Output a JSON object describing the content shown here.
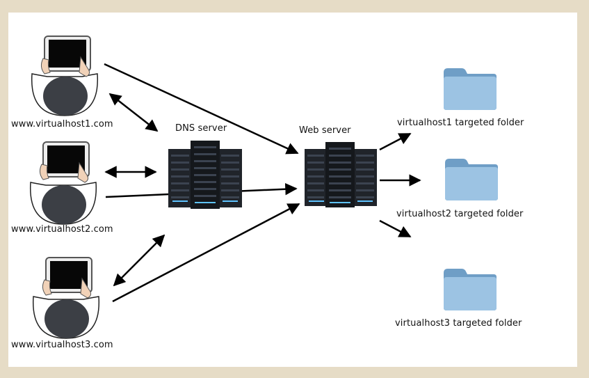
{
  "users": [
    {
      "label": "www.virtualhost1.com",
      "icon": "user-tablet-icon"
    },
    {
      "label": "www.virtualhost2.com",
      "icon": "user-tablet-icon"
    },
    {
      "label": "www.virtualhost3.com",
      "icon": "user-tablet-icon"
    }
  ],
  "dns": {
    "label": "DNS server",
    "icon": "server-rack-icon"
  },
  "web": {
    "label": "Web server",
    "icon": "server-rack-icon"
  },
  "folders": [
    {
      "label": "virtualhost1 targeted folder",
      "icon": "folder-icon"
    },
    {
      "label": "virtualhost2 targeted folder",
      "icon": "folder-icon"
    },
    {
      "label": "virtualhost3 targeted folder",
      "icon": "folder-icon"
    }
  ],
  "colors": {
    "background": "#e6dcc6",
    "canvas": "#ffffff",
    "folder": "#8fb7d9",
    "server": "#1c1f24"
  }
}
